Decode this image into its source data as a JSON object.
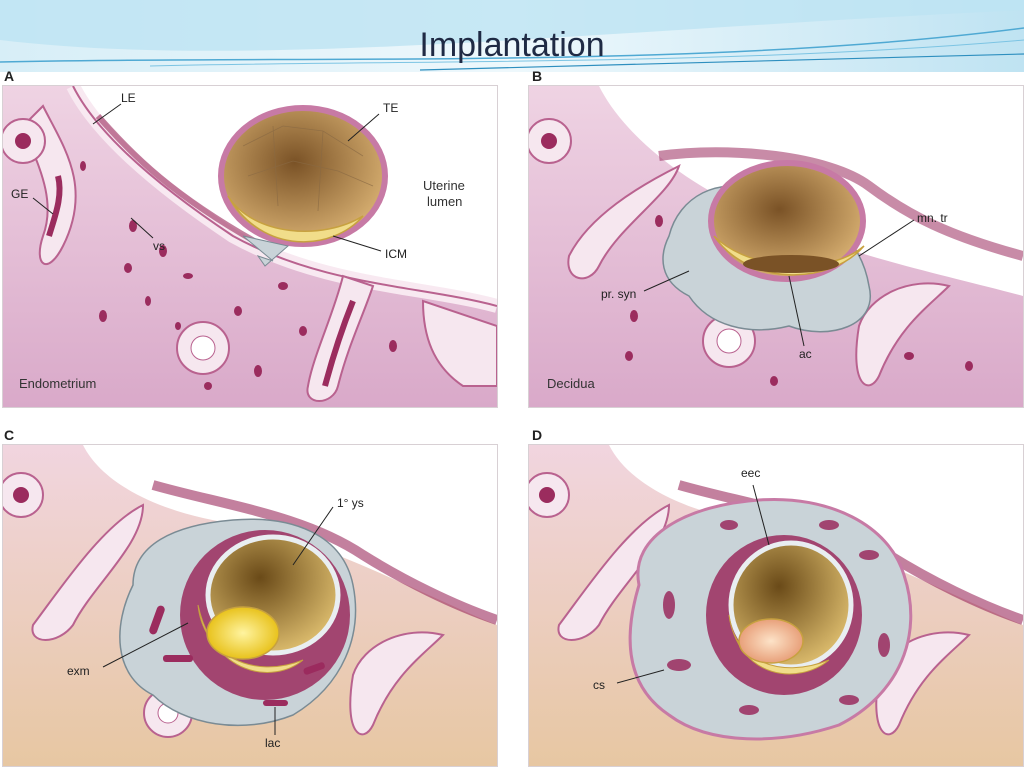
{
  "slide": {
    "title": "Implantation"
  },
  "panels": [
    {
      "letter": "A",
      "region": "Endometrium",
      "labels": {
        "le": "LE",
        "ge": "GE",
        "vs": "vs",
        "te": "TE",
        "icm": "ICM",
        "uterine": "Uterine",
        "lumen": "lumen"
      }
    },
    {
      "letter": "B",
      "region": "Decidua",
      "labels": {
        "mn_tr": "mn. tr",
        "pr_syn": "pr. syn",
        "ac": "ac"
      }
    },
    {
      "letter": "C",
      "labels": {
        "ys": "1° ys",
        "exm": "exm",
        "lac": "lac"
      }
    },
    {
      "letter": "D",
      "labels": {
        "eec": "eec",
        "cs": "cs"
      }
    }
  ],
  "colors": {
    "banner_light": "#cfe8f3",
    "banner_accent": "#5fb6d9",
    "tissue": "#e8c6da",
    "tissue_dark": "#9b2c5e",
    "epithelium": "#f6e7ef",
    "blastocyst": "#c9a060",
    "icm": "#f1dd8a",
    "trophoblast_gray": "#c9d3d8"
  }
}
